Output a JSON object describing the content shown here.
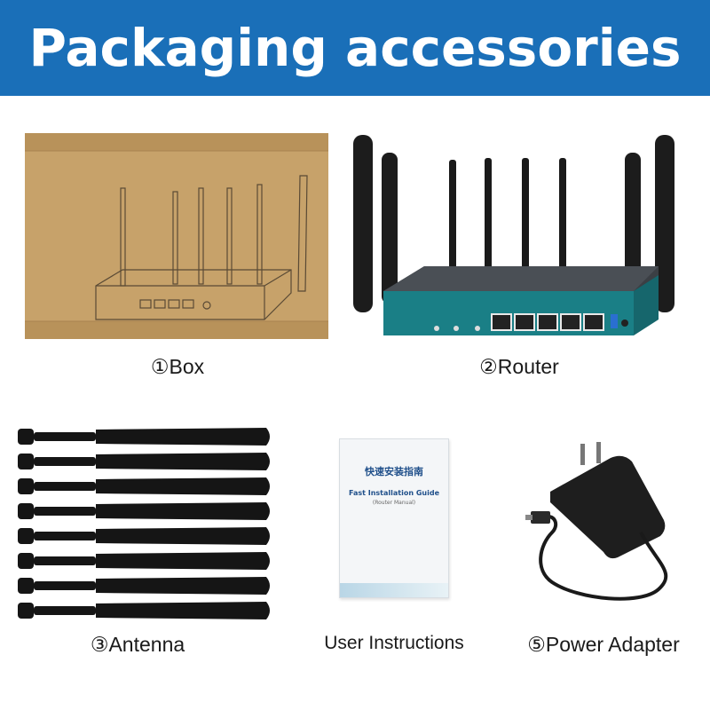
{
  "banner": {
    "title": "Packaging accessories",
    "color": "#1a6fb8"
  },
  "items": [
    {
      "caption": "①Box",
      "icon": "cardboard-box"
    },
    {
      "caption": "②Router",
      "icon": "router"
    },
    {
      "caption": "③Antenna",
      "icon": "antenna"
    },
    {
      "caption": "User Instructions",
      "icon": "manual"
    },
    {
      "caption": "⑤Power Adapter",
      "icon": "power-adapter"
    }
  ],
  "manual": {
    "title_cn": "快速安装指南",
    "title_en": "Fast Installation Guide",
    "subtitle": "(Router Manual)"
  }
}
